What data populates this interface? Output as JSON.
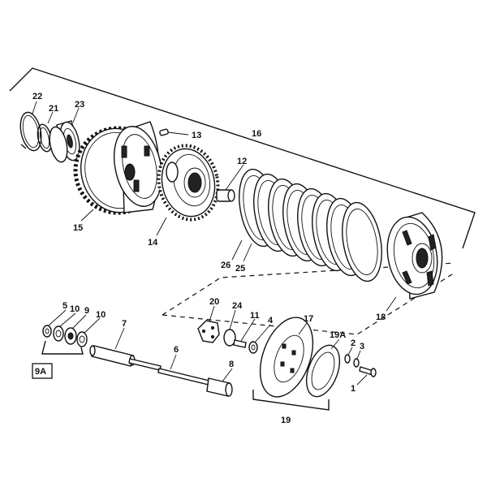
{
  "labels": {
    "l1": "1",
    "l2": "2",
    "l3": "3",
    "l4": "4",
    "l5": "5",
    "l6": "6",
    "l7": "7",
    "l8": "8",
    "l9": "9",
    "l10a": "10",
    "l10b": "10",
    "l11": "11",
    "l12": "12",
    "l13": "13",
    "l14": "14",
    "l15": "15",
    "l16": "16",
    "l17": "17",
    "l18": "18",
    "l19": "19",
    "l19a": "19A",
    "l20": "20",
    "l21": "21",
    "l22": "22",
    "l23": "23",
    "l24": "24",
    "l25": "25",
    "l26": "26",
    "l9a": "9A"
  }
}
